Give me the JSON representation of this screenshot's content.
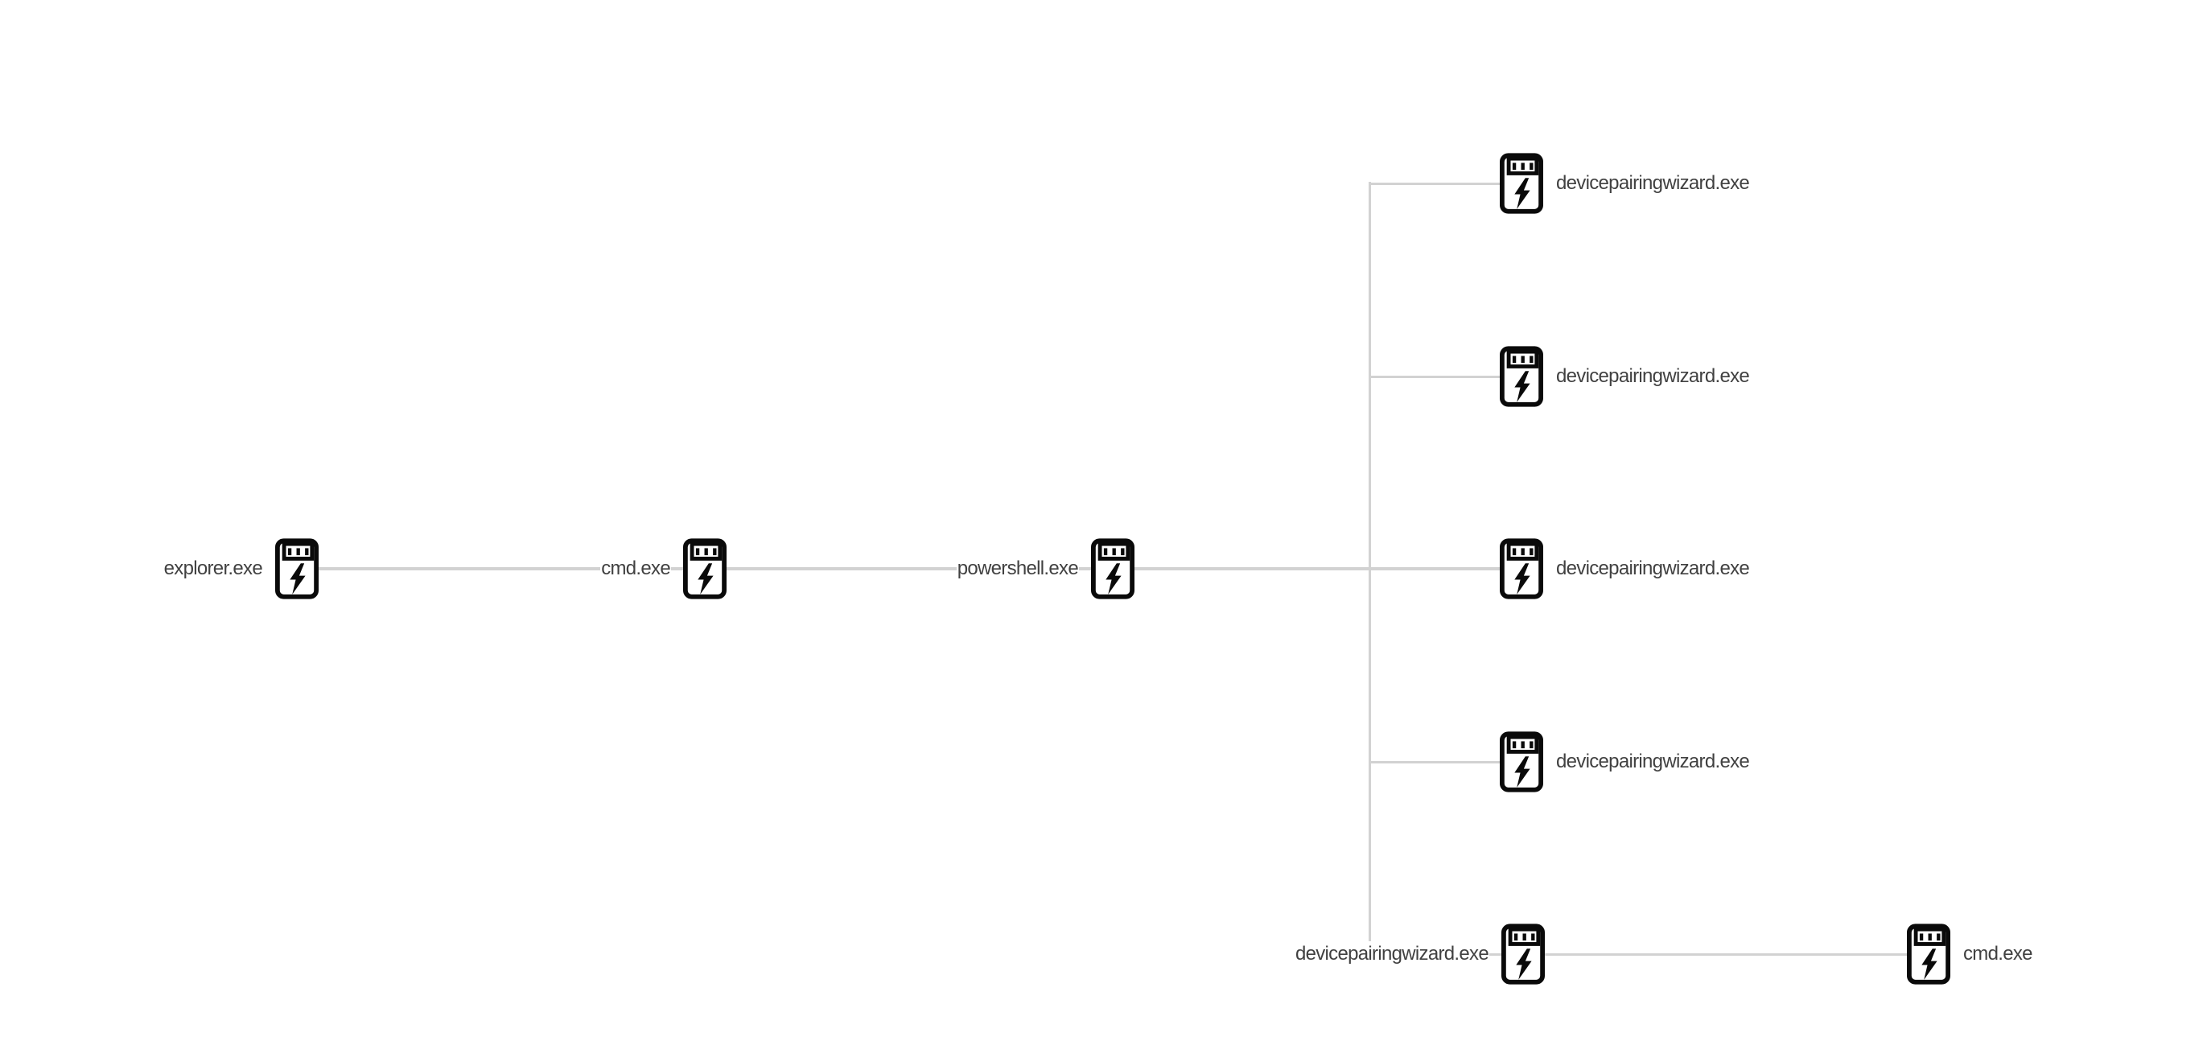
{
  "diagram": {
    "type": "process-tree-graph",
    "background_color": "#ffffff",
    "edge_color": "#d2d2d2",
    "label_color": "#414141",
    "icon_color": "#0a0a0a"
  },
  "nodes": [
    {
      "id": "explorer",
      "label": "explorer.exe",
      "icon": "process-lightning-icon",
      "label_side": "left"
    },
    {
      "id": "cmd1",
      "label": "cmd.exe",
      "icon": "process-lightning-icon",
      "label_side": "left"
    },
    {
      "id": "powershell",
      "label": "powershell.exe",
      "icon": "process-lightning-icon",
      "label_side": "left"
    },
    {
      "id": "dpw1",
      "label": "devicepairingwizard.exe",
      "icon": "process-lightning-icon",
      "label_side": "right"
    },
    {
      "id": "dpw2",
      "label": "devicepairingwizard.exe",
      "icon": "process-lightning-icon",
      "label_side": "right"
    },
    {
      "id": "dpw3",
      "label": "devicepairingwizard.exe",
      "icon": "process-lightning-icon",
      "label_side": "right"
    },
    {
      "id": "dpw4",
      "label": "devicepairingwizard.exe",
      "icon": "process-lightning-icon",
      "label_side": "right"
    },
    {
      "id": "dpw5",
      "label": "devicepairingwizard.exe",
      "icon": "process-lightning-icon",
      "label_side": "left"
    },
    {
      "id": "cmd2",
      "label": "cmd.exe",
      "icon": "process-lightning-icon",
      "label_side": "right"
    }
  ],
  "edges": [
    {
      "from": "explorer.exe",
      "to": "cmd.exe"
    },
    {
      "from": "cmd.exe",
      "to": "powershell.exe"
    },
    {
      "from": "powershell.exe",
      "to": "devicepairingwizard.exe (1)"
    },
    {
      "from": "powershell.exe",
      "to": "devicepairingwizard.exe (2)"
    },
    {
      "from": "powershell.exe",
      "to": "devicepairingwizard.exe (3)"
    },
    {
      "from": "powershell.exe",
      "to": "devicepairingwizard.exe (4)"
    },
    {
      "from": "powershell.exe",
      "to": "devicepairingwizard.exe (5)"
    },
    {
      "from": "devicepairingwizard.exe (5)",
      "to": "cmd.exe"
    }
  ]
}
